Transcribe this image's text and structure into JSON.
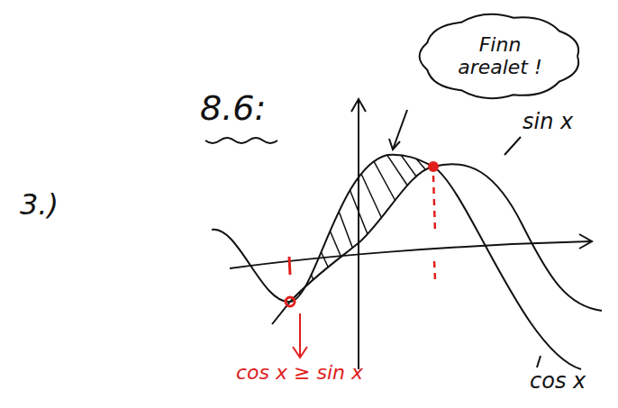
{
  "diagram": {
    "nodes": [
      {
        "text": [
          "Finn arealet !"
        ]
      }
    ],
    "labels": [
      "8.6:",
      "3.)",
      "sin x",
      "cos x",
      "cos x ≥ sin x"
    ]
  }
}
